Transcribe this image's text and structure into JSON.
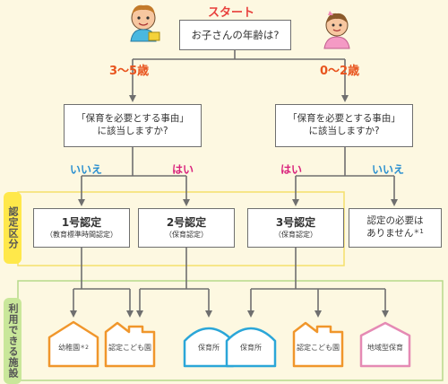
{
  "start": "スタート",
  "question": "お子さんの年齢は?",
  "age_left": "3～5歳",
  "age_right": "0～2歳",
  "reason_question_line1": "「保育を必要とする事由」",
  "reason_question_line2": "に該当しますか?",
  "answers": {
    "no": "いいえ",
    "yes": "はい"
  },
  "zone_certification": "認定区分",
  "zone_facilities": "利用できる施設",
  "certifications": [
    {
      "title": "1号認定",
      "sub": "（教育標準時間認定）"
    },
    {
      "title": "2号認定",
      "sub": "（保育認定）"
    },
    {
      "title": "3号認定",
      "sub": "（保育認定）"
    }
  ],
  "not_required_line1": "認定の必要は",
  "not_required_line2": "ありません",
  "not_required_note": "＊1",
  "facilities": [
    {
      "label": "幼稚園",
      "note": "＊2",
      "color": "#f0962b"
    },
    {
      "label": "認定こども園",
      "note": "",
      "color": "#f0962b"
    },
    {
      "label": "保育所",
      "note": "",
      "color": "#2ba6d8"
    },
    {
      "label": "保育所",
      "note": "",
      "color": "#2ba6d8"
    },
    {
      "label": "認定こども園",
      "note": "",
      "color": "#f0962b"
    },
    {
      "label": "地域型保育",
      "note": "",
      "color": "#e58ab4"
    }
  ],
  "colors": {
    "start": "#e8403c",
    "age": "#e8541e",
    "no": "#2a8fd0",
    "yes": "#d9237d",
    "connector": "#6f6f6f"
  }
}
